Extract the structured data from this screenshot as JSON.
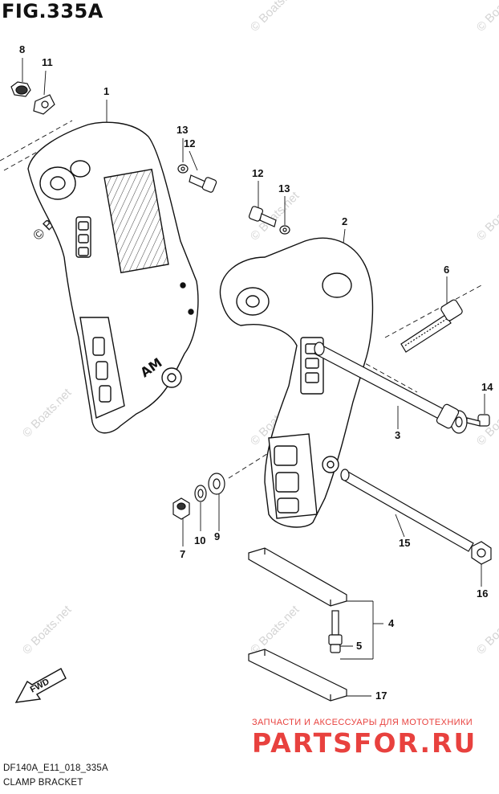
{
  "figure": {
    "title": "FIG.335A"
  },
  "footer": {
    "model_code": "DF140A_E11_018_335A",
    "section_name": "CLAMP BRACKET"
  },
  "watermark": {
    "text": "© Boats.net"
  },
  "promo": {
    "tagline": "ЗАПЧАСТИ И АКСЕССУАРЫ ДЛЯ МОТОТЕХНИКИ",
    "brand": "PARTSFOR.RU"
  },
  "fwd_label": "FWD",
  "callouts": [
    "1",
    "2",
    "3",
    "4",
    "5",
    "6",
    "7",
    "8",
    "9",
    "10",
    "11",
    "12",
    "12",
    "13",
    "13",
    "14",
    "15",
    "16",
    "17"
  ],
  "colors": {
    "line": "#111111",
    "brand_red": "#e8413e",
    "watermark": "#d4d4d4"
  }
}
